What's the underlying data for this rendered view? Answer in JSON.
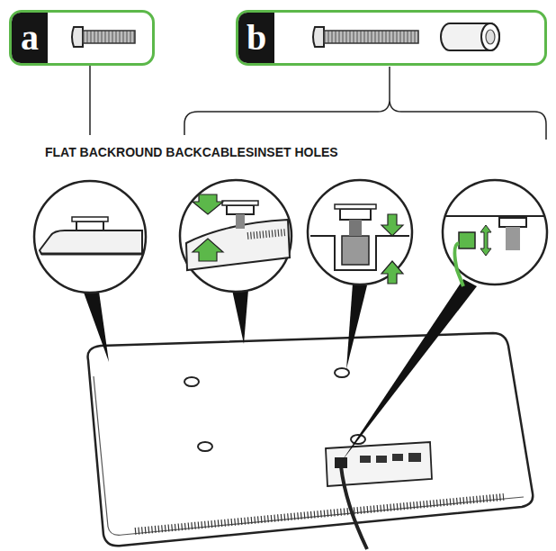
{
  "diagram": {
    "nodes": [
      {
        "text": [
          "a"
        ]
      },
      {
        "text": [
          "b"
        ]
      }
    ],
    "labels": [
      "FLAT BACK",
      "ROUND BACK",
      "CABLES",
      "INSET HOLES"
    ]
  }
}
